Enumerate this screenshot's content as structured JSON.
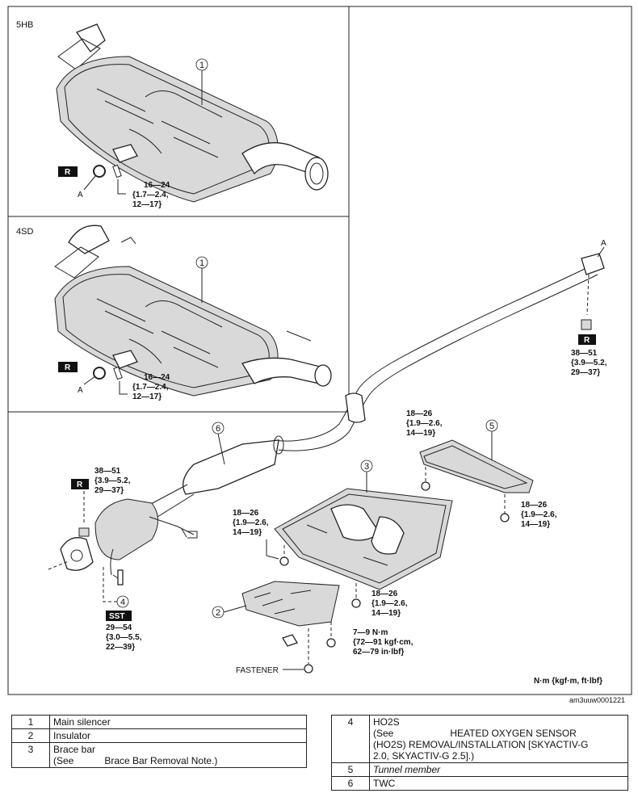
{
  "diagram": {
    "inset_labels": [
      "5HB",
      "4SD"
    ],
    "callout_numbers": [
      "1",
      "1",
      "2",
      "3",
      "4",
      "5",
      "6"
    ],
    "point_label": "A",
    "replace_badge": "R",
    "sst_badge": "SST",
    "fastener_label": "FASTENER",
    "unit_note": "N·m {kgf·m, ft·lbf}",
    "image_code": "am3uuw0001221",
    "torques": {
      "t_5hb": [
        "16—24",
        "{1.7—2.4,",
        "12—17}"
      ],
      "t_4sd": [
        "16—24",
        "{1.7—2.4,",
        "12—17}"
      ],
      "t_a_right": [
        "38—51",
        "{3.9—5.2,",
        "29—37}"
      ],
      "t_left": [
        "38—51",
        "{3.9—5.2,",
        "29—37}"
      ],
      "t_tunnel_top": [
        "18—26",
        "{1.9—2.6,",
        "14—19}"
      ],
      "t_tunnel_right": [
        "18—26",
        "{1.9—2.6,",
        "14—19}"
      ],
      "t_brace_left": [
        "18—26",
        "{1.9—2.6,",
        "14—19}"
      ],
      "t_brace_bottom": [
        "18—26",
        "{1.9—2.6,",
        "14—19}"
      ],
      "t_insulator": [
        "7—9 N·m",
        "{72—91 kgf·cm,",
        "62—79 in·lbf}"
      ],
      "t_sst": [
        "29—54",
        "{3.0—5.5,",
        "22—39}"
      ]
    }
  },
  "legend_left": [
    {
      "num": "1",
      "text": "Main silencer"
    },
    {
      "num": "2",
      "text": "Insulator"
    },
    {
      "num": "3",
      "text": "Brace bar",
      "see_prefix": "(See",
      "see_text": "Brace Bar Removal Note.)"
    }
  ],
  "legend_right": [
    {
      "num": "4",
      "text": "HO2S",
      "see_prefix": "(See",
      "see_text": "HEATED OXYGEN SENSOR",
      "see_text2": "(HO2S) REMOVAL/INSTALLATION [SKYACTIV-G",
      "see_text3": "2.0, SKYACTIV-G 2.5].)"
    },
    {
      "num": "5",
      "text": "Tunnel member"
    },
    {
      "num": "6",
      "text": "TWC"
    }
  ]
}
